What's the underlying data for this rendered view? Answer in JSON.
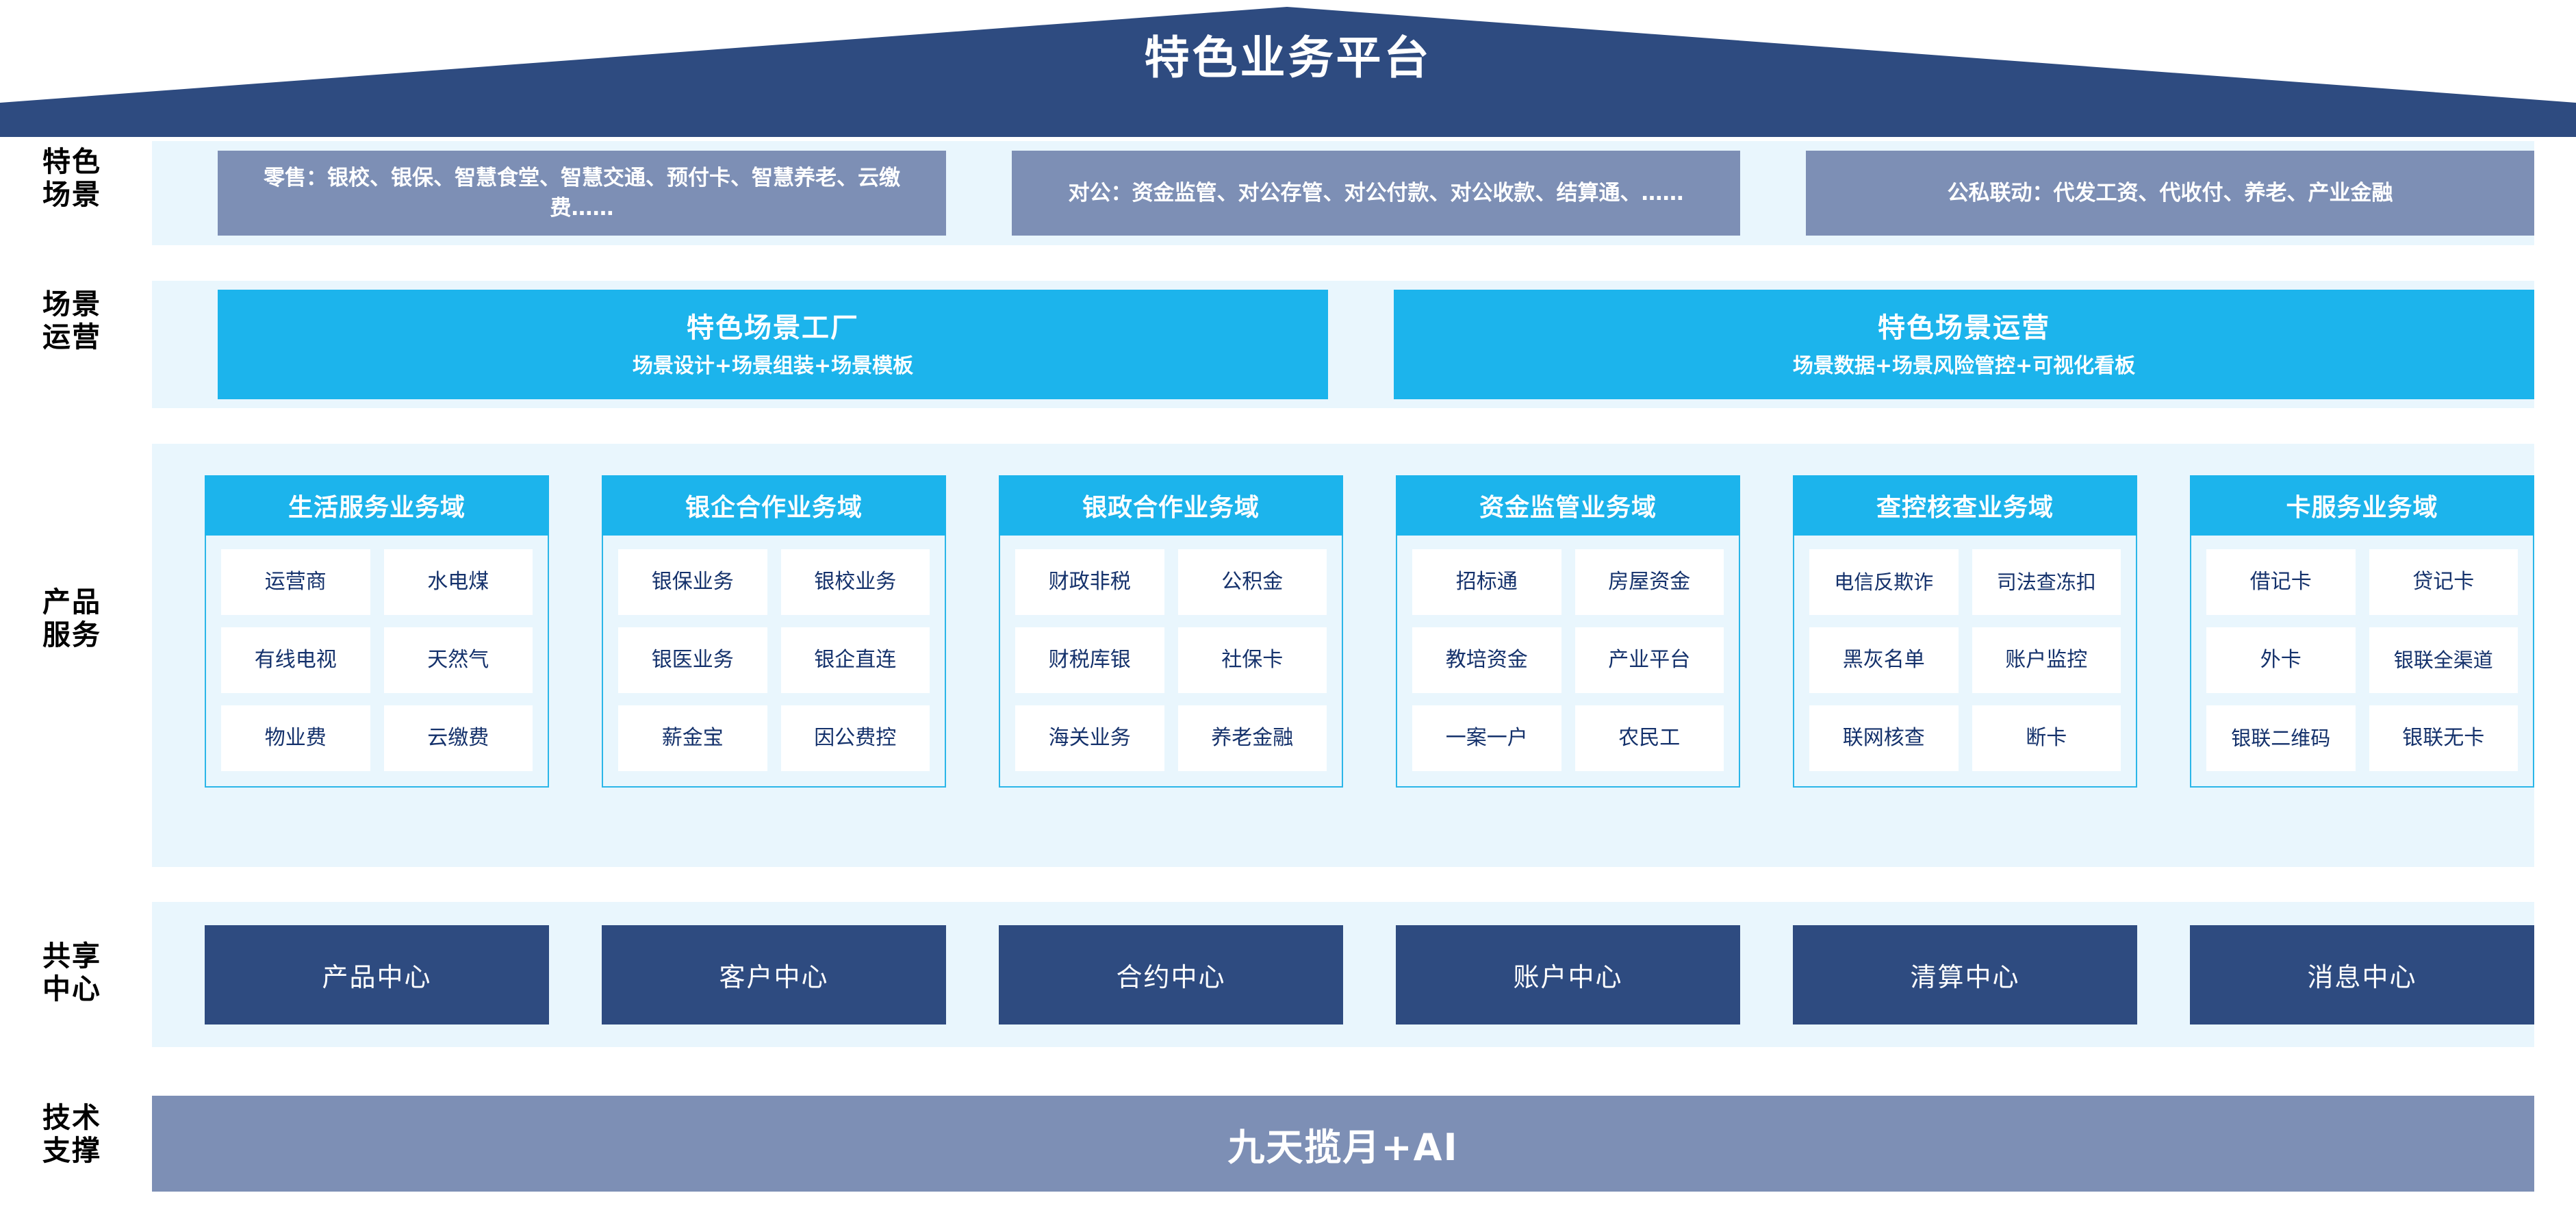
{
  "header": {
    "title": "特色业务平台",
    "roof_color": "#2e4b80"
  },
  "colors": {
    "navy": "#2e4b80",
    "slate": "#7d8fb5",
    "cyan": "#1cb4ec",
    "band": "#e9f6fd",
    "cell_text": "#14316b"
  },
  "rows": {
    "scenario": {
      "label": "特色\n场景",
      "label_line1": "特色",
      "label_line2": "场景",
      "boxes": [
        "零售：银校、银保、智慧食堂、智慧交通、预付卡、智慧养老、云缴费……",
        "对公：资金监管、对公存管、对公付款、对公收款、结算通、……",
        "公私联动：代发工资、代收付、养老、产业金融"
      ]
    },
    "operation": {
      "label_line1": "场景",
      "label_line2": "运营",
      "boxes": [
        {
          "title": "特色场景工厂",
          "subtitle": "场景设计+场景组装+场景模板"
        },
        {
          "title": "特色场景运营",
          "subtitle": "场景数据+场景风险管控+可视化看板"
        }
      ]
    },
    "product": {
      "label_line1": "产品",
      "label_line2": "服务",
      "columns": [
        {
          "header": "生活服务业务域",
          "cells": [
            "运营商",
            "水电煤",
            "有线电视",
            "天然气",
            "物业费",
            "云缴费"
          ]
        },
        {
          "header": "银企合作业务域",
          "cells": [
            "银保业务",
            "银校业务",
            "银医业务",
            "银企直连",
            "薪金宝",
            "因公费控"
          ]
        },
        {
          "header": "银政合作业务域",
          "cells": [
            "财政非税",
            "公积金",
            "财税库银",
            "社保卡",
            "海关业务",
            "养老金融"
          ]
        },
        {
          "header": "资金监管业务域",
          "cells": [
            "招标通",
            "房屋资金",
            "教培资金",
            "产业平台",
            "一案一户",
            "农民工"
          ]
        },
        {
          "header": "查控核查业务域",
          "cells": [
            "电信\n反欺诈",
            "司法\n查冻扣",
            "黑灰名单",
            "账户监控",
            "联网核查",
            "断卡"
          ]
        },
        {
          "header": "卡服务业务域",
          "cells": [
            "借记卡",
            "贷记卡",
            "外卡",
            "银联\n全渠道",
            "银联\n二维码",
            "银联无卡"
          ]
        }
      ]
    },
    "share": {
      "label_line1": "共享",
      "label_line2": "中心",
      "boxes": [
        "产品中心",
        "客户中心",
        "合约中心",
        "账户中心",
        "清算中心",
        "消息中心"
      ]
    },
    "tech": {
      "label_line1": "技术",
      "label_line2": "支撑",
      "bar_text": "九天揽月+AI"
    }
  }
}
